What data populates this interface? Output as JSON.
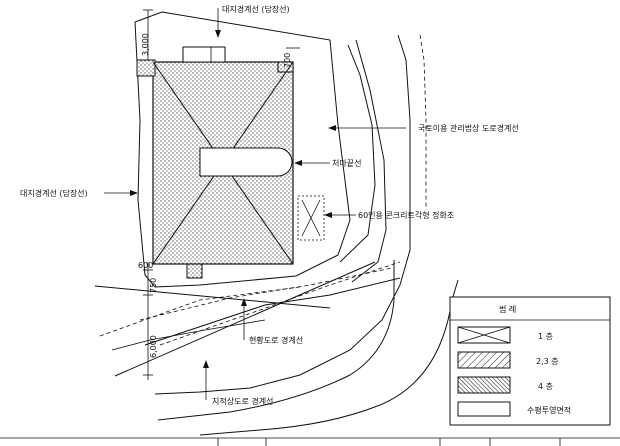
{
  "labels": {
    "site_boundary_top": "대지경계선 (담장선)",
    "site_boundary_left": "대지경계선 (담장선)",
    "road_boundary_right": "국토이용 관리법상 도로경계선",
    "eaves_line": "처마끝선",
    "sewage_tank": "60인용 콘크리트각형 정화조",
    "current_road": "현황도로 경계선",
    "cadastral_road": "지적상도로 경계선"
  },
  "dimensions": {
    "d3000": "3,000",
    "d700": "700",
    "d600": "600",
    "d750": "750",
    "d6000": "6,000"
  },
  "legend": {
    "title": "범 례",
    "items": [
      {
        "pattern": "cross",
        "label": "1 층"
      },
      {
        "pattern": "hatch",
        "label": "2,3 층"
      },
      {
        "pattern": "dense-hatch",
        "label": "4 층"
      },
      {
        "pattern": "outline",
        "label": "수평투영면적"
      }
    ]
  }
}
